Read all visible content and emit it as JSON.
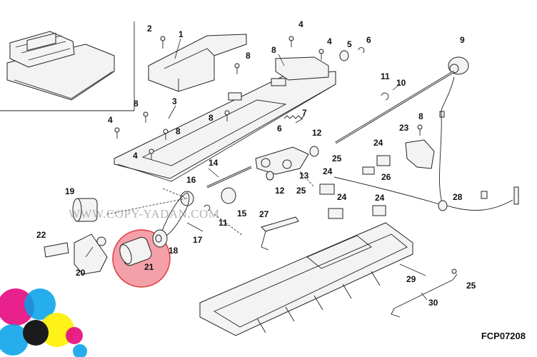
{
  "figure": {
    "code": "FCP07208",
    "watermark": "WWW.COPY-YADAN.COM",
    "highlight_color": "#f4a0a8",
    "highlight_stroke": "#e0393e",
    "logo_colors": [
      "#e5097f",
      "#00a0e9",
      "#fff100",
      "#1b1b1b"
    ]
  },
  "callouts": [
    {
      "id": "1",
      "text": "1"
    },
    {
      "id": "2",
      "text": "2"
    },
    {
      "id": "3",
      "text": "3"
    },
    {
      "id": "4a",
      "text": "4"
    },
    {
      "id": "4b",
      "text": "4"
    },
    {
      "id": "4c",
      "text": "4"
    },
    {
      "id": "4d",
      "text": "4"
    },
    {
      "id": "5",
      "text": "5"
    },
    {
      "id": "6a",
      "text": "6"
    },
    {
      "id": "6b",
      "text": "6"
    },
    {
      "id": "7",
      "text": "7"
    },
    {
      "id": "8a",
      "text": "8"
    },
    {
      "id": "8b",
      "text": "8"
    },
    {
      "id": "8c",
      "text": "8"
    },
    {
      "id": "8d",
      "text": "8"
    },
    {
      "id": "8e",
      "text": "8"
    },
    {
      "id": "8f",
      "text": "8"
    },
    {
      "id": "9",
      "text": "9"
    },
    {
      "id": "10",
      "text": "10"
    },
    {
      "id": "11a",
      "text": "11"
    },
    {
      "id": "11b",
      "text": "11"
    },
    {
      "id": "12a",
      "text": "12"
    },
    {
      "id": "12b",
      "text": "12"
    },
    {
      "id": "13",
      "text": "13"
    },
    {
      "id": "14",
      "text": "14"
    },
    {
      "id": "15",
      "text": "15"
    },
    {
      "id": "16",
      "text": "16"
    },
    {
      "id": "17",
      "text": "17"
    },
    {
      "id": "18",
      "text": "18"
    },
    {
      "id": "19",
      "text": "19"
    },
    {
      "id": "20",
      "text": "20"
    },
    {
      "id": "21",
      "text": "21"
    },
    {
      "id": "22",
      "text": "22"
    },
    {
      "id": "23",
      "text": "23"
    },
    {
      "id": "24a",
      "text": "24"
    },
    {
      "id": "24b",
      "text": "24"
    },
    {
      "id": "24c",
      "text": "24"
    },
    {
      "id": "24d",
      "text": "24"
    },
    {
      "id": "25a",
      "text": "25"
    },
    {
      "id": "25b",
      "text": "25"
    },
    {
      "id": "25c",
      "text": "25"
    },
    {
      "id": "26",
      "text": "26"
    },
    {
      "id": "27",
      "text": "27"
    },
    {
      "id": "28",
      "text": "28"
    },
    {
      "id": "29",
      "text": "29"
    },
    {
      "id": "30",
      "text": "30"
    }
  ]
}
